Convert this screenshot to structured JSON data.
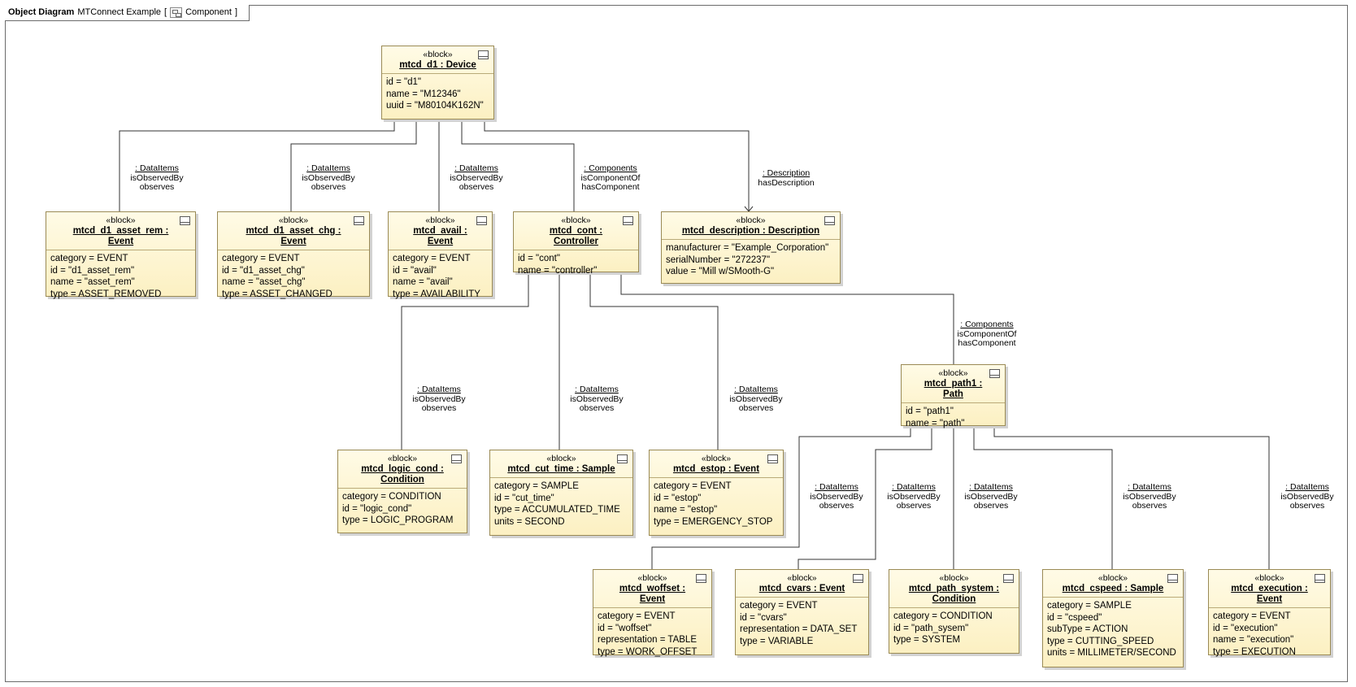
{
  "frame": {
    "kind": "Object Diagram",
    "name": "MTConnect Example",
    "context": "Component"
  },
  "blocks": {
    "device": {
      "stereotype": "«block»",
      "name": "mtcd_d1 : Device",
      "attrs": [
        "id = \"d1\"",
        "name = \"M12346\"",
        "uuid = \"M80104K162N\""
      ]
    },
    "asset_rem": {
      "stereotype": "«block»",
      "name": "mtcd_d1_asset_rem : Event",
      "attrs": [
        "category = EVENT",
        "id = \"d1_asset_rem\"",
        "name = \"asset_rem\"",
        "type = ASSET_REMOVED"
      ]
    },
    "asset_chg": {
      "stereotype": "«block»",
      "name": "mtcd_d1_asset_chg : Event",
      "attrs": [
        "category = EVENT",
        "id = \"d1_asset_chg\"",
        "name = \"asset_chg\"",
        "type = ASSET_CHANGED"
      ]
    },
    "avail": {
      "stereotype": "«block»",
      "name": "mtcd_avail : Event",
      "attrs": [
        "category = EVENT",
        "id = \"avail\"",
        "name = \"avail\"",
        "type = AVAILABILITY"
      ]
    },
    "cont": {
      "stereotype": "«block»",
      "name": "mtcd_cont : Controller",
      "attrs": [
        "id = \"cont\"",
        "name = \"controller\""
      ]
    },
    "description": {
      "stereotype": "«block»",
      "name": "mtcd_description : Description",
      "attrs": [
        "manufacturer = \"Example_Corporation\"",
        "serialNumber = \"272237\"",
        "value = \"Mill w/SMooth-G\""
      ]
    },
    "logic_cond": {
      "stereotype": "«block»",
      "name": "mtcd_logic_cond : Condition",
      "attrs": [
        "category = CONDITION",
        "id = \"logic_cond\"",
        "type = LOGIC_PROGRAM"
      ]
    },
    "cut_time": {
      "stereotype": "«block»",
      "name": "mtcd_cut_time : Sample",
      "attrs": [
        "category = SAMPLE",
        "id = \"cut_time\"",
        "type = ACCUMULATED_TIME",
        "units = SECOND"
      ]
    },
    "estop": {
      "stereotype": "«block»",
      "name": "mtcd_estop : Event",
      "attrs": [
        "category = EVENT",
        "id = \"estop\"",
        "name = \"estop\"",
        "type = EMERGENCY_STOP"
      ]
    },
    "path1": {
      "stereotype": "«block»",
      "name": "mtcd_path1 : Path",
      "attrs": [
        "id = \"path1\"",
        "name = \"path\""
      ]
    },
    "woffset": {
      "stereotype": "«block»",
      "name": "mtcd_woffset : Event",
      "attrs": [
        "category = EVENT",
        "id = \"woffset\"",
        "representation = TABLE",
        "type = WORK_OFFSET"
      ]
    },
    "cvars": {
      "stereotype": "«block»",
      "name": "mtcd_cvars : Event",
      "attrs": [
        "category = EVENT",
        "id = \"cvars\"",
        "representation = DATA_SET",
        "type = VARIABLE"
      ]
    },
    "path_system": {
      "stereotype": "«block»",
      "name": "mtcd_path_system : Condition",
      "attrs": [
        "category = CONDITION",
        "id = \"path_sysem\"",
        "type = SYSTEM"
      ]
    },
    "cspeed": {
      "stereotype": "«block»",
      "name": "mtcd_cspeed : Sample",
      "attrs": [
        "category = SAMPLE",
        "id = \"cspeed\"",
        "subType = ACTION",
        "type = CUTTING_SPEED",
        "units = MILLIMETER/SECOND"
      ]
    },
    "execution": {
      "stereotype": "«block»",
      "name": "mtcd_execution : Event",
      "attrs": [
        "category = EVENT",
        "id = \"execution\"",
        "name = \"execution\"",
        "type = EXECUTION"
      ]
    }
  },
  "links": {
    "dataitems": {
      "role": ": DataItems",
      "end1": "isObservedBy",
      "end2": "observes"
    },
    "components": {
      "role": ": Components",
      "end1": "isComponentOf",
      "end2": "hasComponent"
    },
    "description": {
      "role": ": Description",
      "end1": "hasDescription"
    }
  }
}
